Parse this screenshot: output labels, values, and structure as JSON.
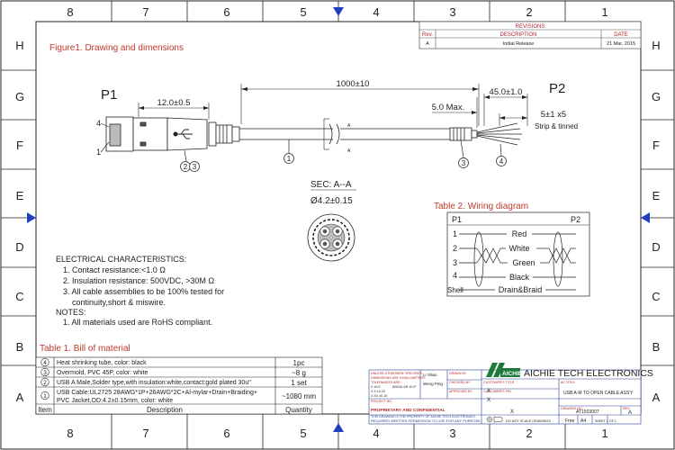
{
  "zones": {
    "top_cols": [
      "8",
      "7",
      "6",
      "5",
      "4",
      "3",
      "2",
      "1"
    ],
    "bottom_cols": [
      "8",
      "7",
      "6",
      "5",
      "4",
      "3",
      "2",
      "1"
    ],
    "left_rows": [
      "H",
      "G",
      "F",
      "E",
      "D",
      "C",
      "B",
      "A"
    ],
    "right_rows": [
      "H",
      "G",
      "F",
      "E",
      "D",
      "C",
      "B",
      "A"
    ]
  },
  "revisions": {
    "title": "REVISIONS",
    "headers": {
      "rev": "Rev.",
      "description": "DESCRIPTION",
      "date": "DATE"
    },
    "row": {
      "rev": "A",
      "description": "Initial Release",
      "date": "21 Mar, 2015"
    }
  },
  "figure_title": "Figure1. Drawing and dimensions",
  "drawing": {
    "p1": "P1",
    "p2": "P2",
    "pin4": "4",
    "pin1": "1",
    "dim_connector": "12.0±0.5",
    "dim_length": "1000±10",
    "dim_boot": "5.0 Max.",
    "dim_strip_len": "45.0±1.0",
    "dim_strip": "5±1 x5",
    "strip_note": "Strip & tinned",
    "section_mark": "A",
    "balloon_1": "1",
    "balloon_2": "2",
    "balloon_3": "3",
    "balloon_3b": "3",
    "balloon_4": "4",
    "sec_title": "SEC: A--A",
    "sec_dia": "Ø4.2±0.15"
  },
  "wiring": {
    "title": "Table 2. Wiring diagram",
    "p1": "P1",
    "p2": "P2",
    "rows": [
      {
        "pin": "1",
        "color": "Red"
      },
      {
        "pin": "2",
        "color": "White"
      },
      {
        "pin": "3",
        "color": "Green"
      },
      {
        "pin": "4",
        "color": "Black"
      },
      {
        "pin": "Shell",
        "color": "Drain&Braid"
      }
    ]
  },
  "electrical": {
    "title": "ELECTRICAL CHARACTERISTICS:",
    "items": [
      "1. Contact resistance:<1.0 Ω",
      "2. Insulation resistance: 500VDC, >30M Ω",
      "3. All cable assemblies to be 100% tested for",
      "continuity,short & miswire."
    ],
    "notes_title": "NOTES:",
    "notes": [
      "1. All materials used are RoHS compliant."
    ]
  },
  "bom": {
    "title": "Table 1. Bill of material",
    "headers": {
      "item": "Item",
      "description": "Description",
      "quantity": "Quantity"
    },
    "rows": [
      {
        "item": "4",
        "desc": "Heat shrinking tube, color: black",
        "qty": "1pc"
      },
      {
        "item": "3",
        "desc": "Overmold, PVC 45P, color: white",
        "qty": "~8 g"
      },
      {
        "item": "2",
        "desc": "USB A Male,Solder type,with insulation:white,contact:gold plated 30u\"",
        "qty": "1 set"
      },
      {
        "item": "1",
        "desc": "USB Cable:UL2725 28AWG*1P+26AWG*2C+Al-mylar+Drain+Braiding+",
        "desc2": "PVC Jacket,OD:4.2±0.15mm, color: white",
        "qty": "~1080 mm"
      }
    ]
  },
  "title_block": {
    "company": "AICHIE TECH ELECTRONICS",
    "logo_text": "AICHIE",
    "unless_note": "UNLESS OTHERWISE SPECIFIED",
    "dims_note": "DIMENSIONS ARE IN MILLIMETERS",
    "tol_note": "TOLERANCES ARE:",
    "tol_a": "X    ±0.5",
    "tol_angle": "ANGULAR ±0.5°",
    "tol_b": "X.X  ±0.20",
    "tol_c": "X.XX ±0.10",
    "drawn_label": "DRAWN BY",
    "drawn_by": "Li Yiliao",
    "checked_label": "CHECKED BY",
    "checked_by": "Weng Ping",
    "approved_label": "APPROVED BY",
    "proprietary_title": "PROPRIETARY AND CONFIDENTIAL",
    "proprietary_text1": "THIS DRAWING IS THE PROPERTY OF AICHIE TECH ELECTRONICS.",
    "proprietary_text2": "REQUIRED WRITTEN PERMISSION TO USE FOR ANY PURPOSE.",
    "customer_title_label": "CUSTOMER'S TITLE",
    "customer_title": "X",
    "customer_pn_label": "CUSTOMER'S P/N",
    "customer_pn": "X",
    "project_label": "PROJECT NO.",
    "project": "X",
    "scale_note": "DO NOT SCALE DRAWINGS",
    "ac_title_label": "AC TITLE",
    "ac_title": "USB A-M TO OPEN CABLE ASS'Y",
    "drawing_no_label": "DRAWING NO.",
    "drawing_no": "AT1503007",
    "rev_label": "REV.",
    "rev": "A",
    "scale": "Free",
    "size": "A4",
    "sheet": "SHEET 1 OF 1"
  },
  "colors": {
    "line": "#222222",
    "accent_red": "#c0392b",
    "arrow_blue": "#1f3fbf",
    "logo_green": "#1e7a3c",
    "tb_red": "#b0262c",
    "tb_blue": "#2c3f8f"
  }
}
